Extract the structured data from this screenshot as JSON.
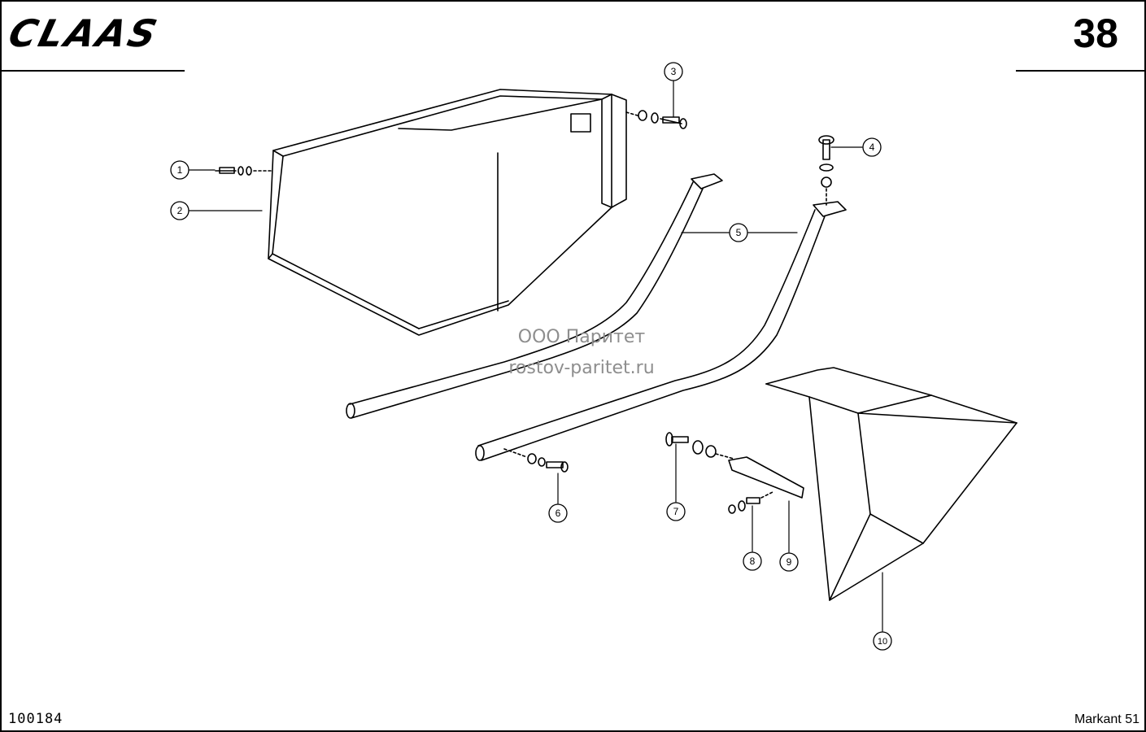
{
  "header": {
    "logo_text": "CLAAS",
    "page_number": "38"
  },
  "footer": {
    "document_code": "100184",
    "model": "Markant 51"
  },
  "watermark": {
    "line1": "ООО Паритет",
    "line2": "rostov-paritet.ru"
  },
  "callouts": [
    "1",
    "2",
    "3",
    "4",
    "5",
    "6",
    "7",
    "8",
    "9",
    "10"
  ],
  "colors": {
    "ink": "#000000",
    "paper": "#ffffff",
    "watermark": "#8e8e8e"
  }
}
